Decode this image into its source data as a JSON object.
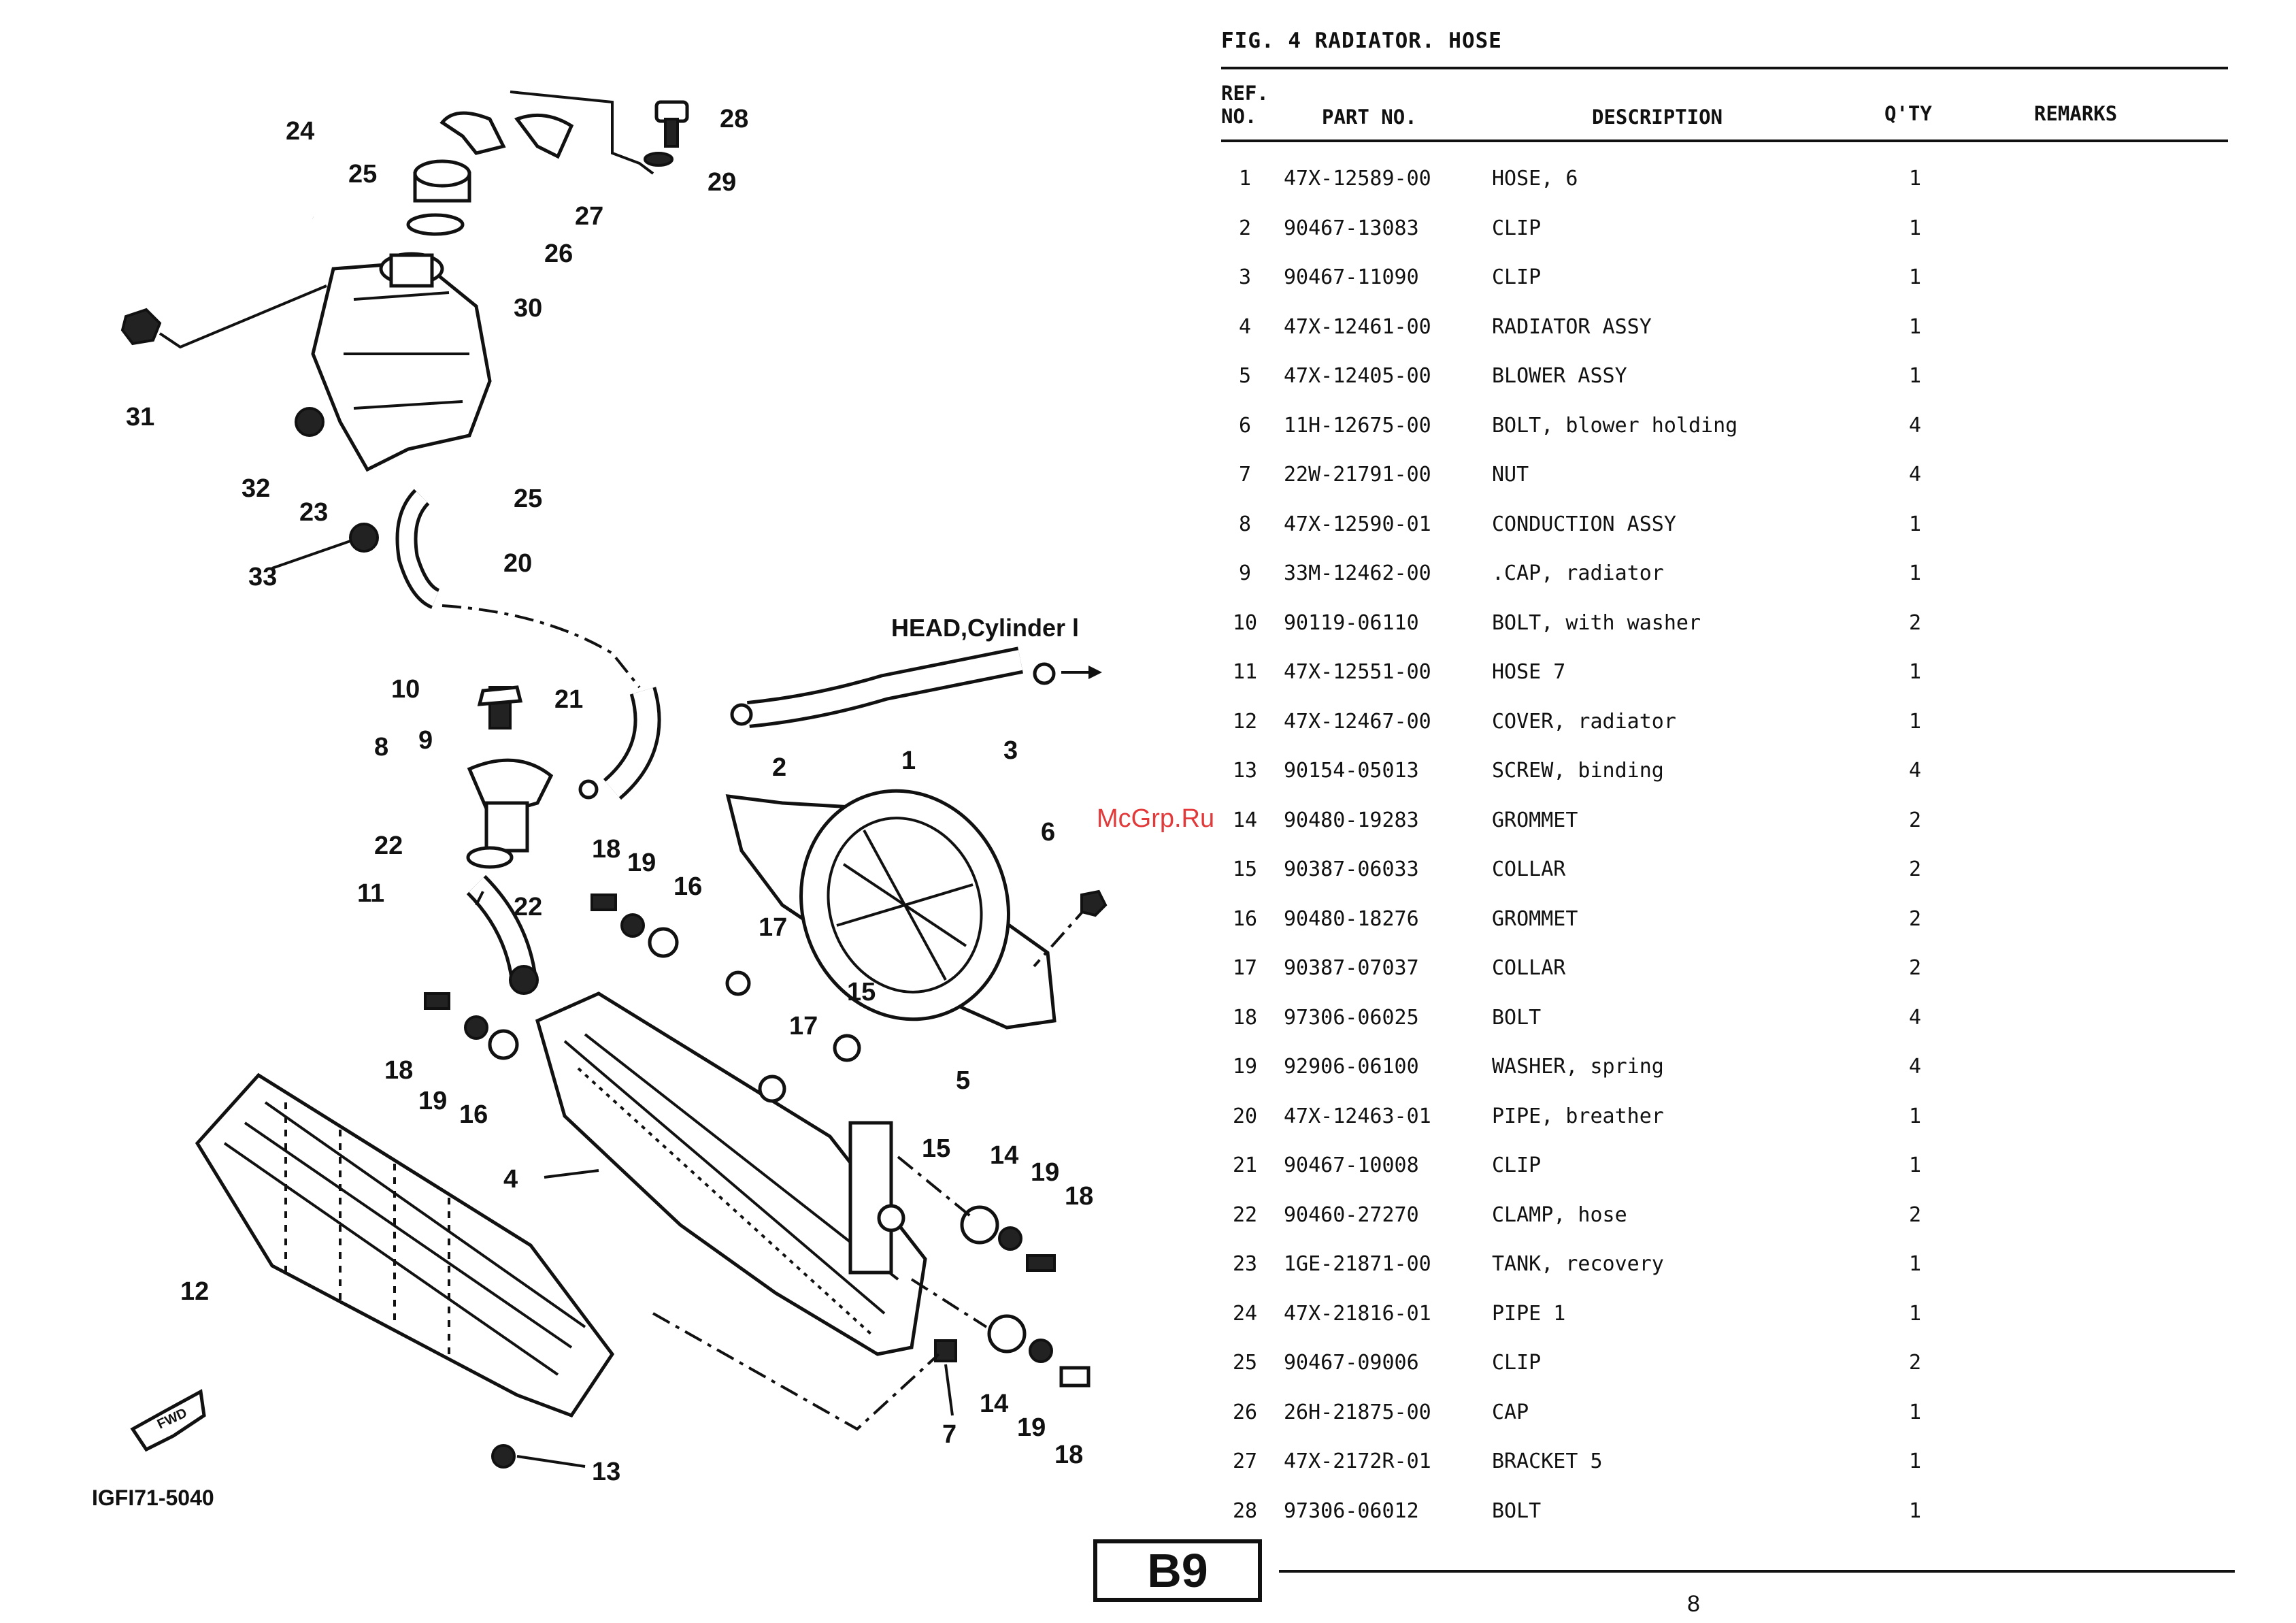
{
  "figure": {
    "title": "FIG.  4  RADIATOR. HOSE",
    "code": "IGFI71-5040",
    "head_label": "HEAD,Cylinder l",
    "callouts": [
      "24",
      "25",
      "28",
      "29",
      "27",
      "26",
      "30",
      "31",
      "32",
      "23",
      "25",
      "20",
      "33",
      "10",
      "21",
      "9",
      "8",
      "2",
      "1",
      "3",
      "22",
      "11",
      "18",
      "19",
      "16",
      "22",
      "17",
      "17",
      "15",
      "6",
      "18",
      "19",
      "16",
      "4",
      "5",
      "15",
      "14",
      "19",
      "18",
      "12",
      "14",
      "19",
      "18",
      "7",
      "13"
    ]
  },
  "table": {
    "headers": {
      "ref": "REF.\nNO.",
      "part_no": "PART NO.",
      "description": "DESCRIPTION",
      "qty": "Q'TY",
      "remarks": "REMARKS"
    },
    "rows": [
      {
        "ref": "1",
        "part_no": "47X-12589-00",
        "description": "HOSE, 6",
        "qty": "1"
      },
      {
        "ref": "2",
        "part_no": "90467-13083",
        "description": "CLIP",
        "qty": "1"
      },
      {
        "ref": "3",
        "part_no": "90467-11090",
        "description": "CLIP",
        "qty": "1"
      },
      {
        "ref": "4",
        "part_no": "47X-12461-00",
        "description": "RADIATOR ASSY",
        "qty": "1"
      },
      {
        "ref": "5",
        "part_no": "47X-12405-00",
        "description": "BLOWER ASSY",
        "qty": "1"
      },
      {
        "ref": "6",
        "part_no": "11H-12675-00",
        "description": "BOLT, blower holding",
        "qty": "4"
      },
      {
        "ref": "7",
        "part_no": "22W-21791-00",
        "description": "NUT",
        "qty": "4"
      },
      {
        "ref": "8",
        "part_no": "47X-12590-01",
        "description": "CONDUCTION ASSY",
        "qty": "1"
      },
      {
        "ref": "9",
        "part_no": "33M-12462-00",
        "description": ".CAP, radiator",
        "qty": "1"
      },
      {
        "ref": "10",
        "part_no": "90119-06110",
        "description": "BOLT, with washer",
        "qty": "2"
      },
      {
        "ref": "11",
        "part_no": "47X-12551-00",
        "description": "HOSE 7",
        "qty": "1"
      },
      {
        "ref": "12",
        "part_no": "47X-12467-00",
        "description": "COVER, radiator",
        "qty": "1"
      },
      {
        "ref": "13",
        "part_no": "90154-05013",
        "description": "SCREW, binding",
        "qty": "4"
      },
      {
        "ref": "14",
        "part_no": "90480-19283",
        "description": "GROMMET",
        "qty": "2"
      },
      {
        "ref": "15",
        "part_no": "90387-06033",
        "description": "COLLAR",
        "qty": "2"
      },
      {
        "ref": "16",
        "part_no": "90480-18276",
        "description": "GROMMET",
        "qty": "2"
      },
      {
        "ref": "17",
        "part_no": "90387-07037",
        "description": "COLLAR",
        "qty": "2"
      },
      {
        "ref": "18",
        "part_no": "97306-06025",
        "description": "BOLT",
        "qty": "4"
      },
      {
        "ref": "19",
        "part_no": "92906-06100",
        "description": "WASHER, spring",
        "qty": "4"
      },
      {
        "ref": "20",
        "part_no": "47X-12463-01",
        "description": "PIPE, breather",
        "qty": "1"
      },
      {
        "ref": "21",
        "part_no": "90467-10008",
        "description": "CLIP",
        "qty": "1"
      },
      {
        "ref": "22",
        "part_no": "90460-27270",
        "description": "CLAMP, hose",
        "qty": "2"
      },
      {
        "ref": "23",
        "part_no": "1GE-21871-00",
        "description": "TANK, recovery",
        "qty": "1"
      },
      {
        "ref": "24",
        "part_no": "47X-21816-01",
        "description": "PIPE 1",
        "qty": "1"
      },
      {
        "ref": "25",
        "part_no": "90467-09006",
        "description": "CLIP",
        "qty": "2"
      },
      {
        "ref": "26",
        "part_no": "26H-21875-00",
        "description": "CAP",
        "qty": "1"
      },
      {
        "ref": "27",
        "part_no": "47X-2172R-01",
        "description": "BRACKET 5",
        "qty": "1"
      },
      {
        "ref": "28",
        "part_no": "97306-06012",
        "description": "BOLT",
        "qty": "1"
      }
    ]
  },
  "footer": {
    "page_badge": "B9",
    "page_number": "8"
  },
  "watermark": "McGrp.Ru"
}
